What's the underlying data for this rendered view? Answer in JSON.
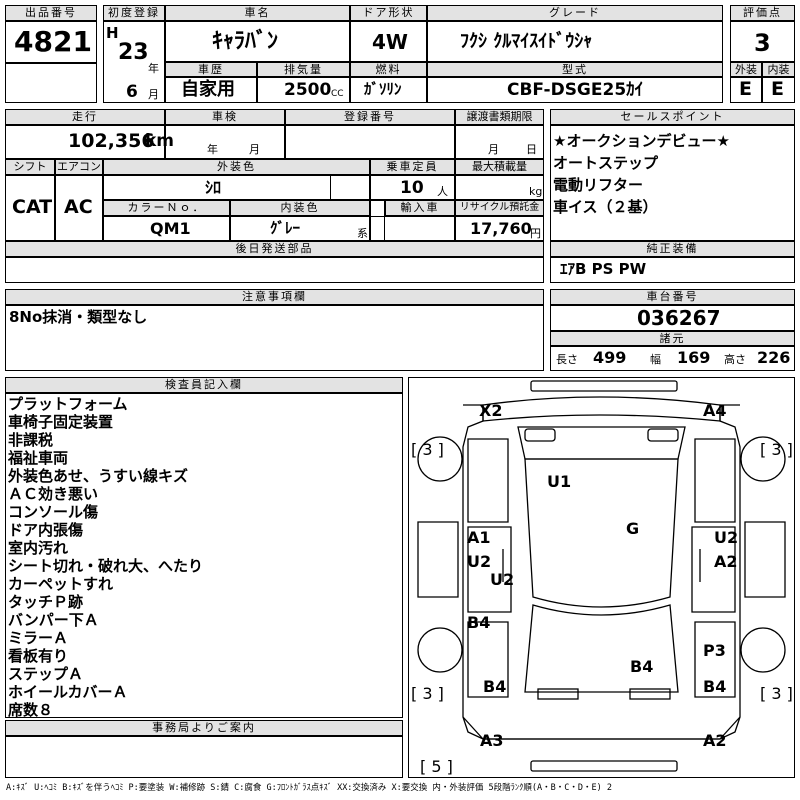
{
  "labels": {
    "lot": "出品番号",
    "first_reg": "初度登録",
    "model": "車名",
    "door": "ドア形状",
    "grade": "グレード",
    "score": "評価点",
    "history": "車歴",
    "displacement": "排気量",
    "fuel": "燃料",
    "type_code": "型式",
    "exterior": "外装",
    "interior": "内装",
    "mileage": "走行",
    "inspection": "車検",
    "reg_no": "登録番号",
    "transfer": "譲渡書類期限",
    "sales_point": "セールスポイント",
    "shift": "シフト",
    "aircon": "エアコン",
    "ext_color": "外装色",
    "capacity": "乗車定員",
    "max_load": "最大積載量",
    "color_no": "カラーＮｏ．",
    "int_color": "内装色",
    "import": "輸入車",
    "recycle": "リサイクル預託金",
    "later_parts": "後日発送部品",
    "equipment": "純正装備",
    "notes": "注意事項欄",
    "chassis": "車台番号",
    "specs": "諸元",
    "inspector": "検査員記入欄",
    "office": "事務局よりご案内",
    "year_unit": "年",
    "month_unit": "月",
    "cc": "CC",
    "km": "km",
    "persons": "人",
    "kg": "kg",
    "yen": "円",
    "kei": "系",
    "insp_year": "年",
    "insp_month": "月",
    "transfer_month": "月",
    "transfer_day": "日",
    "len": "長さ",
    "wid": "幅",
    "hgt": "高さ"
  },
  "values": {
    "lot": "4821",
    "era": "H",
    "year": "23",
    "month": "6",
    "model": "ｷｬﾗﾊﾞﾝ",
    "door": "4W",
    "grade": "ﾌｸｼ ｸﾙﾏｲｽｲﾄﾞｳｼｬ",
    "score": "3",
    "history": "自家用",
    "displacement": "2500",
    "fuel": "ｶﾞｿﾘﾝ",
    "type_code": "CBF-DSGE25ｶｲ",
    "exterior": "E",
    "interior": "E",
    "mileage": "102,356",
    "shift": "CAT",
    "aircon": "AC",
    "ext_color": "ｼﾛ",
    "capacity": "10",
    "color_no": "QM1",
    "int_color": "ｸﾞﾚｰ",
    "recycle": "17,760",
    "equipment": "ｴｱB PS PW",
    "notes": "8No抹消・類型なし",
    "chassis": "036267",
    "length": "499",
    "width": "169",
    "height": "226"
  },
  "sales_points": [
    "★オークションデビュー★",
    "オートステップ",
    "電動リフター",
    "車イス（２基）"
  ],
  "inspector_notes": [
    "プラットフォーム",
    "車椅子固定装置",
    "非課税",
    "福祉車両",
    "外装色あせ、うすい線キズ",
    "ＡＣ効き悪い",
    "コンソール傷",
    "ドア内張傷",
    "室内汚れ",
    "シート切れ・破れ大、へたり",
    "カーペットすれ",
    "タッチＰ跡",
    "バンパー下Ａ",
    "ミラーＡ",
    "看板有り",
    "ステップＡ",
    "ホイールカバーＡ",
    "席数８"
  ],
  "diagram": {
    "marks": {
      "x2": "X2",
      "a4": "A4",
      "u1": "U1",
      "g": "G",
      "a1": "A1",
      "u2l": "U2",
      "u2c": "U2",
      "u2r": "U2",
      "a2r": "A2",
      "b4l": "B4",
      "p3": "P3",
      "b4c": "B4",
      "b4bl": "B4",
      "b4br": "B4",
      "a3": "A3",
      "a2b": "A2"
    },
    "brackets": {
      "tl": "[ 3 ]",
      "tr": "[ 3 ]",
      "bl": "[ 3 ]",
      "br": "[ 3 ]",
      "bottom": "[ 5 ]"
    }
  },
  "legend": "A:ｷｽﾞ U:ﾍｺﾐ B:ｷｽﾞを伴うﾍｺﾐ P:要塗装 W:補修跡 S:錆 C:腐食 G:ﾌﾛﾝﾄｶﾞﾗｽ点ｷｽﾞ XX:交換済み X:要交換 内・外装評価 5段階ﾗﾝｸ順(A・B・C・D・E) 2"
}
